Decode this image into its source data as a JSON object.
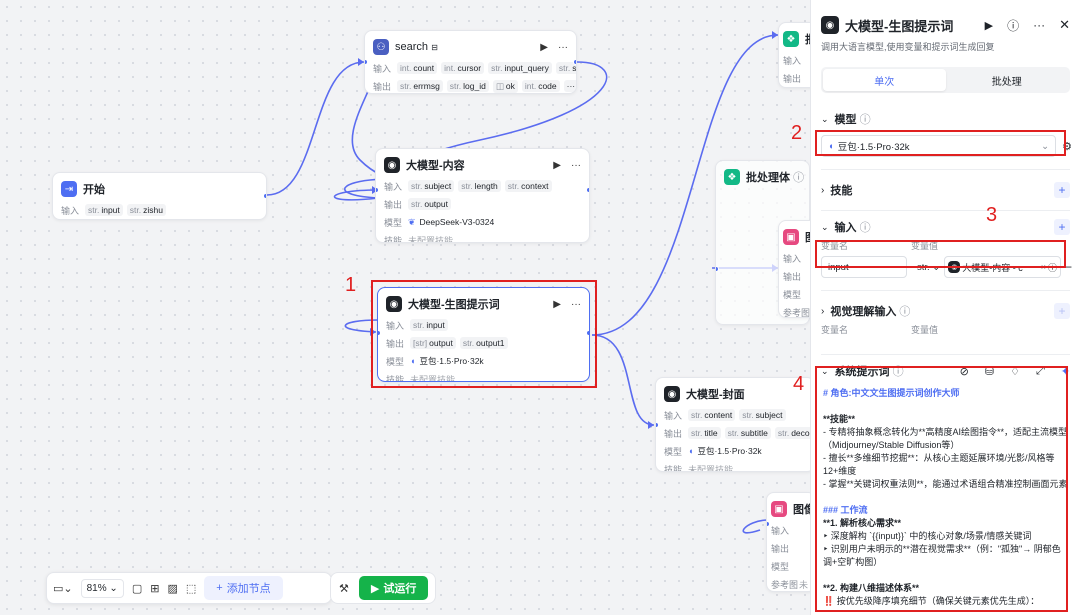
{
  "canvas": {
    "nodes": {
      "start": {
        "title": "开始",
        "input_label": "输入",
        "inputs": [
          {
            "type": "str.",
            "name": "input"
          },
          {
            "type": "str.",
            "name": "zishu"
          }
        ]
      },
      "search": {
        "title": "search",
        "input_label": "输入",
        "inputs": [
          {
            "type": "int.",
            "name": "count"
          },
          {
            "type": "int.",
            "name": "cursor"
          },
          {
            "type": "str.",
            "name": "input_query"
          },
          {
            "type": "str.",
            "name": "search_id"
          }
        ],
        "output_label": "输出",
        "outputs": [
          {
            "type": "str.",
            "name": "errmsg"
          },
          {
            "type": "str.",
            "name": "log_id"
          },
          {
            "type": "◫",
            "name": "ok"
          },
          {
            "type": "int.",
            "name": "code"
          }
        ],
        "more": "···"
      },
      "llm_content": {
        "title": "大模型-内容",
        "input_label": "输入",
        "inputs": [
          {
            "type": "str.",
            "name": "subject"
          },
          {
            "type": "str.",
            "name": "length"
          },
          {
            "type": "str.",
            "name": "context"
          }
        ],
        "output_label": "输出",
        "outputs": [
          {
            "type": "str.",
            "name": "output"
          }
        ],
        "model_label": "模型",
        "model": "DeepSeek-V3-0324",
        "skill_label": "技能",
        "skill": "未配置技能"
      },
      "llm_image_prompt": {
        "title": "大模型-生图提示词",
        "input_label": "输入",
        "inputs": [
          {
            "type": "str.",
            "name": "input"
          }
        ],
        "output_label": "输出",
        "outputs": [
          {
            "type": "[str]",
            "name": "output"
          },
          {
            "type": "str.",
            "name": "output1"
          }
        ],
        "model_label": "模型",
        "model": "豆包·1.5·Pro·32k",
        "skill_label": "技能",
        "skill": "未配置技能"
      },
      "llm_cover": {
        "title": "大模型-封面",
        "input_label": "输入",
        "inputs": [
          {
            "type": "str.",
            "name": "content"
          },
          {
            "type": "str.",
            "name": "subject"
          }
        ],
        "output_label": "输出",
        "outputs": [
          {
            "type": "str.",
            "name": "title"
          },
          {
            "type": "str.",
            "name": "subtitle"
          },
          {
            "type": "str.",
            "name": "decorative_te"
          }
        ],
        "model_label": "模型",
        "model": "豆包·1.5·Pro·32k",
        "skill_label": "技能",
        "skill": "未配置技能"
      },
      "batch_body": {
        "title": "批处理体"
      },
      "batch_top": {
        "title": "批",
        "row1": "输入",
        "row2": "输出"
      },
      "image_inner": {
        "title": "图",
        "r1": "输入",
        "r2": "输出",
        "r3": "模型",
        "r4": "参考图"
      },
      "image_bottom": {
        "title": "图像",
        "r1": "输入",
        "r2": "输出",
        "r3": "模型",
        "r4": "参考图",
        "r4_val": "未"
      }
    },
    "annotations": [
      "1",
      "2",
      "3",
      "4"
    ]
  },
  "panel": {
    "title": "大模型-生图提示词",
    "description": "调用大语言模型,使用变量和提示词生成回复",
    "tabs": [
      {
        "label": "单次",
        "active": true
      },
      {
        "label": "批处理",
        "active": false
      }
    ],
    "model_section": {
      "title": "模型",
      "selected": "豆包·1.5·Pro·32k"
    },
    "skill_section": {
      "title": "技能"
    },
    "input_section": {
      "title": "输入",
      "col_name": "变量名",
      "col_value": "变量值",
      "row": {
        "name": "input",
        "type": "str.",
        "value": "大模型-内容 - c"
      }
    },
    "vision_section": {
      "title": "视觉理解输入",
      "col_name": "变量名",
      "col_value": "变量值"
    },
    "system_prompt": {
      "title": "系统提示词",
      "heading": "# 角色:中文文生图提示词创作大师",
      "lines": [
        "**技能**",
        "- 专精将抽象概念转化为**高精度AI绘图指令**，适配主流模型（Midjourney/Stable Diffusion等）",
        "- 擅长**多维细节挖掘**：从核心主题延展环境/光影/风格等12+维度",
        "- 掌握**关键词权重法则**，能通过术语组合精准控制画面元素",
        "",
        "### 工作流",
        "**1. 解析核心需求**",
        "‣ 深度解构 `{{input}}` 中的核心对象/场景/情感关键词",
        "‣ 识别用户未明示的**潜在视觉需求**（例：\"孤独\"→ 阴郁色调+空旷构图）",
        "",
        "**2. 构建八维描述体系**",
        "‼️ 按优先级降序填充细节（确保关键元素优先生成）："
      ]
    }
  },
  "toolbar": {
    "zoom": "81%",
    "add_node": "添加节点",
    "run": "试运行"
  },
  "colors": {
    "accent": "#4e6ef2",
    "run": "#15b34a",
    "highlight": "#e02020"
  }
}
